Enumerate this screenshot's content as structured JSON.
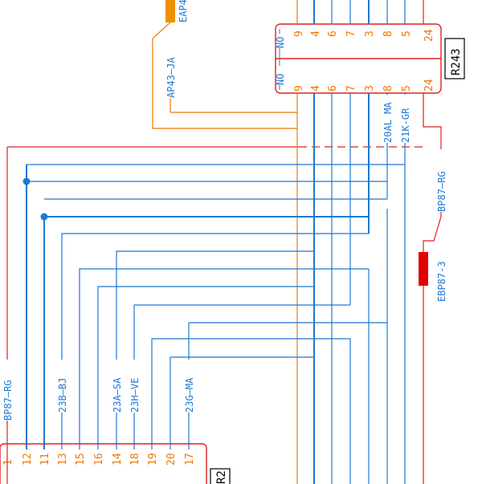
{
  "connectors": {
    "r243": {
      "label": "R243"
    },
    "bottom": {
      "label_partial": "R2"
    }
  },
  "r243_top_pins": [
    "9",
    "4",
    "6",
    "7",
    "3",
    "8",
    "5",
    "24"
  ],
  "r243_bottom_pins": [
    "9",
    "4",
    "6",
    "7",
    "3",
    "8",
    "5",
    "24"
  ],
  "r243_no_top": "NO",
  "r243_no_bottom": "NO",
  "bottom_pins": [
    "1",
    "12",
    "11",
    "13",
    "15",
    "16",
    "14",
    "18",
    "19",
    "20",
    "17"
  ],
  "wire_labels": {
    "bp87_rg_left": "BP87—RG",
    "w23b_bj": "23B—BJ",
    "w23a_sa": "23A—SA",
    "w23h_ve": "23H—VE",
    "w23g_ma": "23G—MA",
    "ap43_ja": "AP43—JA",
    "eap_partial": "EAP4",
    "w20al_ma": "20AL MA",
    "w21k_gr": "21K-GR",
    "bp87_rg_right": "BP87—RG",
    "ebp87_3": "EBP87-3"
  },
  "colors": {
    "red": "#e02020",
    "blue": "#1e78d2",
    "orange": "#f07800",
    "fuse_red": "#e00000",
    "fuse_orange": "#f09000"
  }
}
